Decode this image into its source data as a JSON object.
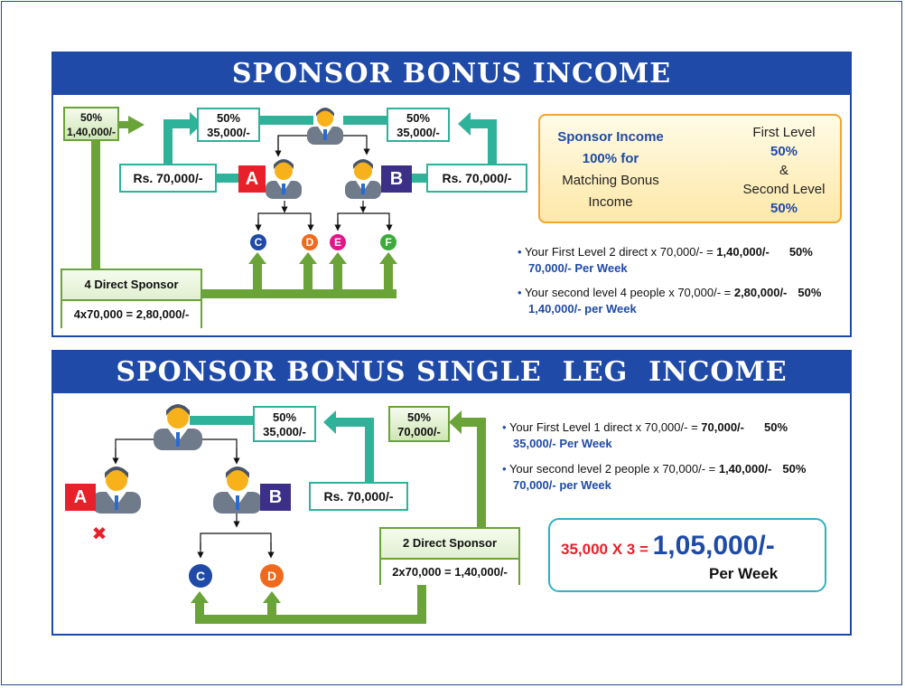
{
  "top": {
    "title": "SPONSOR BONUS INCOME",
    "box_left_top": {
      "pct": "50%",
      "amt": "1,40,000/-"
    },
    "box_mid_left": {
      "pct": "50%",
      "amt": "35,000/-"
    },
    "box_mid_right": {
      "pct": "50%",
      "amt": "35,000/-"
    },
    "rs_left": "Rs. 70,000/-",
    "rs_right": "Rs. 70,000/-",
    "leg_a": "A",
    "leg_b": "B",
    "nodes": [
      "C",
      "D",
      "E",
      "F"
    ],
    "direct_sponsor": {
      "title": "4 Direct Sponsor",
      "calc": "4x70,000 = 2,80,000/-"
    },
    "info": {
      "left_line1": "Sponsor Income",
      "left_line2": "100% for",
      "left_line3": "Matching Bonus",
      "left_line4": "Income",
      "right_line1": "First Level",
      "right_line2": "50%",
      "right_line3": "&",
      "right_line4": "Second Level",
      "right_line5": "50%"
    },
    "bullets": [
      {
        "text": "Your First Level 2 direct x 70,000/- = ",
        "bold": "1,40,000/-",
        "pct": "50%",
        "sub": "70,000/- Per Week"
      },
      {
        "text": "Your second level 4 people x 70,000/- = ",
        "bold": "2,80,000/-",
        "pct": "50%",
        "sub": "1,40,000/- per Week"
      }
    ]
  },
  "bottom": {
    "title": "SPONSOR BONUS SINGLE  LEG  INCOME",
    "box_mid": {
      "pct": "50%",
      "amt": "35,000/-"
    },
    "box_right": {
      "pct": "50%",
      "amt": "70,000/-"
    },
    "rs": "Rs. 70,000/-",
    "leg_a": "A",
    "leg_b": "B",
    "cross": "✖",
    "nodes": [
      "C",
      "D"
    ],
    "direct_sponsor": {
      "title": "2 Direct Sponsor",
      "calc": "2x70,000 = 1,40,000/-"
    },
    "bullets": [
      {
        "text": "Your First Level 1 direct x 70,000/- = ",
        "bold": "70,000/-",
        "pct": "50%",
        "sub": "35,000/- Per Week"
      },
      {
        "text": "Your second level 2 people x 70,000/- = ",
        "bold": "1,40,000/-",
        "pct": "50%",
        "sub": "70,000/- per Week"
      }
    ],
    "total": {
      "calc": "35,000 X 3 = ",
      "amount": "1,05,000/-",
      "per": "Per Week"
    }
  },
  "colors": {
    "header_blue": "#1f4aa8",
    "teal": "#2fb29a",
    "green": "#6aa338",
    "red_a": "#e8202a",
    "purple_b": "#3b2f87",
    "node_c": "#1f4aa8",
    "node_d": "#ef6a1c",
    "node_e": "#e0168a",
    "node_f": "#3cab3a"
  },
  "icons": [
    "person-icon",
    "arrow-right-icon",
    "cross-icon"
  ]
}
